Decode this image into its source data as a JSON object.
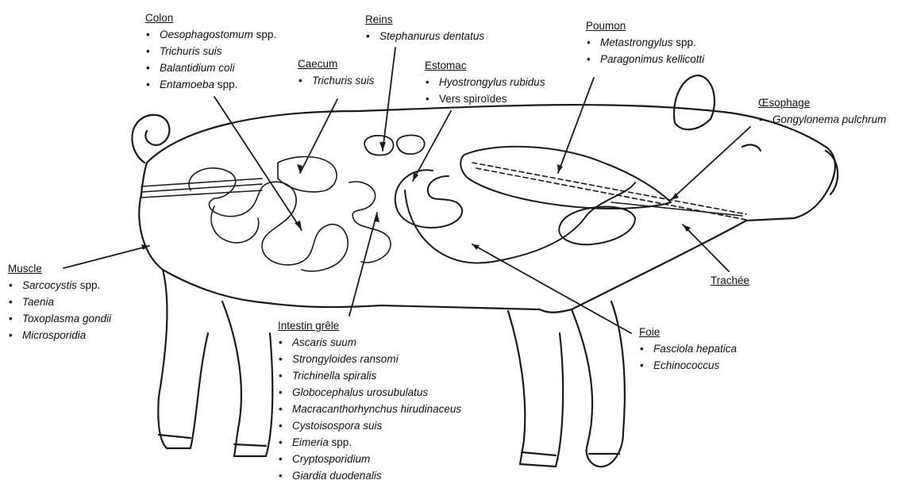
{
  "regions": [
    {
      "id": "colon",
      "title": "Colon",
      "items": [
        {
          "it": "Oesophagostomum",
          "nt": " spp."
        },
        {
          "it": "Trichuris suis",
          "nt": ""
        },
        {
          "it": "Balantidium coli",
          "nt": ""
        },
        {
          "it": "Entamoeba",
          "nt": " spp."
        }
      ]
    },
    {
      "id": "reins",
      "title": "Reins",
      "items": [
        {
          "it": "Stephanurus dentatus",
          "nt": ""
        }
      ]
    },
    {
      "id": "caecum",
      "title": "Caecum",
      "items": [
        {
          "it": "Trichuris suis",
          "nt": ""
        }
      ]
    },
    {
      "id": "estomac",
      "title": "Estomac",
      "items": [
        {
          "it": "Hyostrongylus rubidus",
          "nt": ""
        },
        {
          "it": "",
          "nt": "Vers spiroïdes"
        }
      ]
    },
    {
      "id": "poumon",
      "title": "Poumon",
      "items": [
        {
          "it": "Metastrongylus",
          "nt": " spp."
        },
        {
          "it": "Paragonimus kellicotti",
          "nt": ""
        }
      ]
    },
    {
      "id": "oesophage",
      "title": "Œsophage",
      "items": [
        {
          "it": "Gongylonema pulchrum",
          "nt": ""
        }
      ]
    },
    {
      "id": "muscle",
      "title": "Muscle",
      "items": [
        {
          "it": "Sarcocystis",
          "nt": " spp."
        },
        {
          "it": "Taenia",
          "nt": ""
        },
        {
          "it": "Toxoplasma gondii",
          "nt": ""
        },
        {
          "it": "Microsporidia",
          "nt": ""
        }
      ]
    },
    {
      "id": "trachee",
      "title": "Trachée",
      "items": []
    },
    {
      "id": "intestin",
      "title": "Intestin grêle",
      "items": [
        {
          "it": "Ascaris suum",
          "nt": ""
        },
        {
          "it": "Strongyloides ransomi",
          "nt": ""
        },
        {
          "it": "Trichinella spiralis",
          "nt": ""
        },
        {
          "it": "Globocephalus urosubulatus",
          "nt": ""
        },
        {
          "it": "Macracanthorhynchus hirudinaceus",
          "nt": ""
        },
        {
          "it": "Cystoisospora suis",
          "nt": ""
        },
        {
          "it": "Eimeria",
          "nt": " spp."
        },
        {
          "it": "Cryptosporidium",
          "nt": ""
        },
        {
          "it": "Giardia duodenalis",
          "nt": ""
        }
      ]
    },
    {
      "id": "foie",
      "title": "Foie",
      "items": [
        {
          "it": "Fasciola hepatica",
          "nt": ""
        },
        {
          "it": "Echinococcus",
          "nt": ""
        }
      ]
    }
  ]
}
